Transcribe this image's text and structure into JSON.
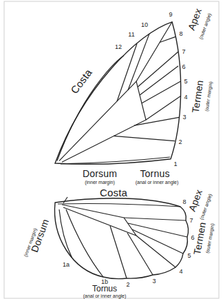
{
  "diagram": {
    "labels": [
      "Costa",
      "12",
      "11",
      "10",
      "9",
      "Apex",
      "(outer angle)",
      "8",
      "7",
      "6",
      "5",
      "Termen",
      "(outer margin)",
      "4",
      "3",
      "2",
      "1",
      "Dorsum",
      "(inner margin)",
      "Tornus",
      "(anal or inner angle)",
      "Costa",
      "Apex",
      "(outer angle)",
      "8",
      "7",
      "6",
      "5",
      "Termen",
      "(outer margin)",
      "4",
      "3",
      "2",
      "1b",
      "1a",
      "Dorsum",
      "(inner margin)",
      "Tornus",
      "(anal or inner angle)"
    ]
  }
}
